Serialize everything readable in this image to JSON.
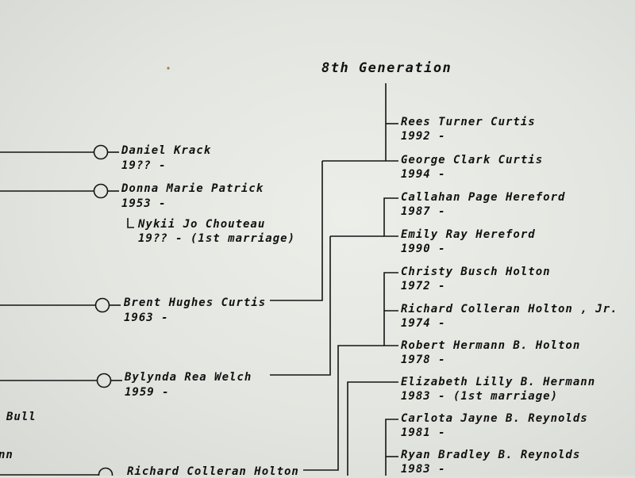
{
  "heading": "8th Generation",
  "left_people": [
    {
      "name": "Daniel Krack",
      "dates": "19?? -"
    },
    {
      "name": "Donna Marie Patrick",
      "dates": "1953 -"
    },
    {
      "name": "Nykii Jo Chouteau",
      "dates": "19?? - (1st marriage)"
    },
    {
      "name": "Brent Hughes Curtis",
      "dates": "1963 -"
    },
    {
      "name": "Bylynda Rea Welch",
      "dates": "1959 -"
    },
    {
      "name": "Richard Colleran Holton",
      "dates": ""
    }
  ],
  "edge_fragments": [
    "Bull",
    "nn"
  ],
  "gen8": [
    {
      "name": "Rees Turner Curtis",
      "dates": "1992 -"
    },
    {
      "name": "George Clark Curtis",
      "dates": "1994 -"
    },
    {
      "name": "Callahan Page Hereford",
      "dates": "1987 -"
    },
    {
      "name": "Emily Ray Hereford",
      "dates": "1990 -"
    },
    {
      "name": "Christy Busch Holton",
      "dates": "1972 -"
    },
    {
      "name": "Richard Colleran Holton , Jr.",
      "dates": "1974 -"
    },
    {
      "name": "Robert Hermann B. Holton",
      "dates": "1978 -"
    },
    {
      "name": "Elizabeth Lilly B. Hermann",
      "dates": "1983 - (1st marriage)"
    },
    {
      "name": "Carlota Jayne B. Reynolds",
      "dates": "1981 -"
    },
    {
      "name": "Ryan Bradley B. Reynolds",
      "dates": "1983 -"
    }
  ]
}
